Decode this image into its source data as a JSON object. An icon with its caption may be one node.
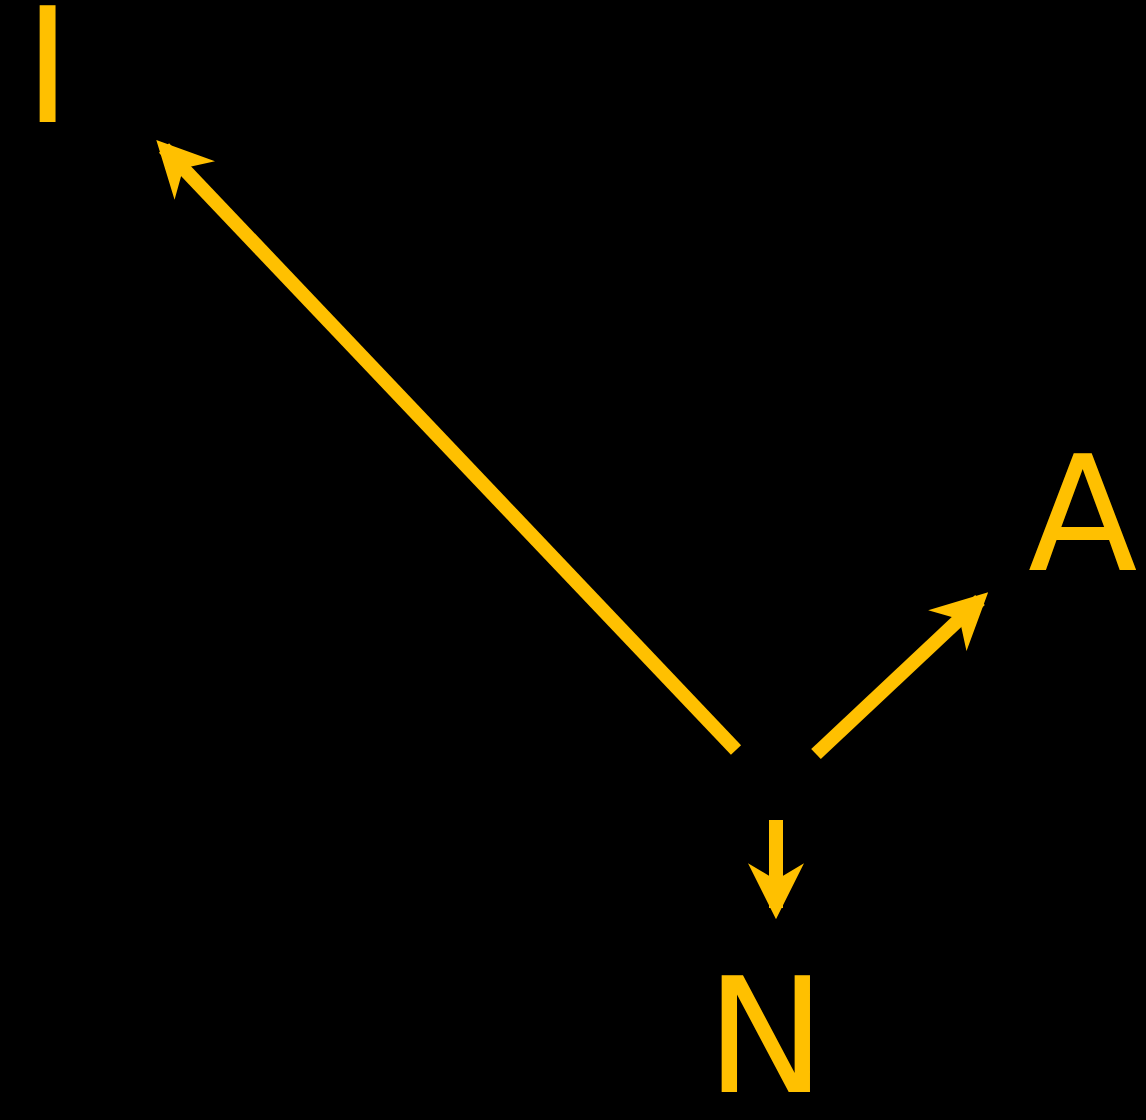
{
  "diagram": {
    "labels": [
      "I",
      "A",
      "N"
    ]
  }
}
